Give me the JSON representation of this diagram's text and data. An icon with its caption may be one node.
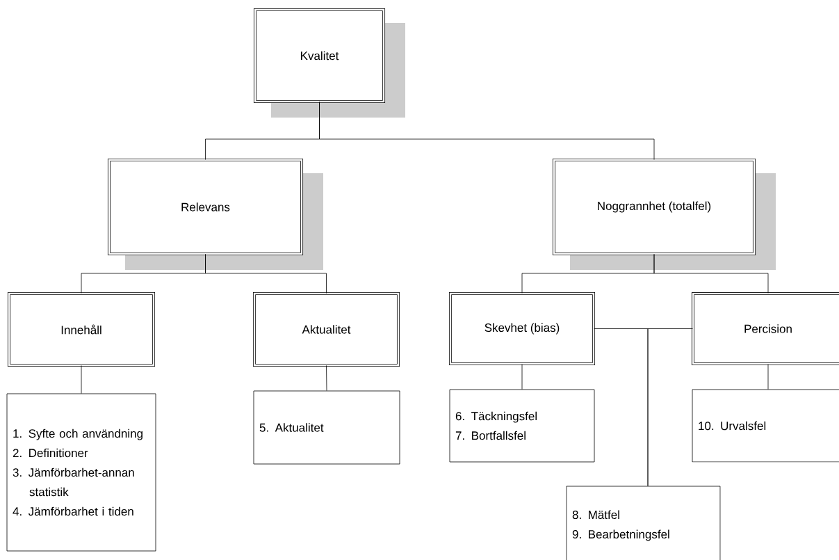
{
  "diagram": {
    "nodes": [
      {
        "text": [
          "Kvalitet"
        ]
      },
      {
        "text": [
          "Relevans"
        ]
      },
      {
        "text": [
          "Noggrannhet (totalfel)"
        ]
      },
      {
        "text": [
          "Innehåll"
        ]
      },
      {
        "text": [
          "Aktualitet"
        ]
      },
      {
        "text": [
          "Skevhet (bias)"
        ]
      },
      {
        "text": [
          "Percision"
        ]
      },
      {
        "text": [
          "1. Syfte och användning",
          "2. Definitioner",
          "3. Jämförbarhet-annan statistik",
          "4. Jämförbarhet i tiden"
        ]
      },
      {
        "text": [
          "5. Aktualitet"
        ]
      },
      {
        "text": [
          "6. Täckningsfel",
          "7. Bortfallsfel"
        ]
      },
      {
        "text": [
          "10. Urvalsfel"
        ]
      },
      {
        "text": [
          "8. Mätfel",
          "9. Bearbetningsfel"
        ]
      }
    ],
    "edges": [
      {
        "from": 0,
        "to": 1,
        "arrow": "none"
      },
      {
        "from": 0,
        "to": 2,
        "arrow": "none"
      },
      {
        "from": 1,
        "to": 3,
        "arrow": "none"
      },
      {
        "from": 1,
        "to": 4,
        "arrow": "none"
      },
      {
        "from": 2,
        "to": 5,
        "arrow": "none"
      },
      {
        "from": 2,
        "to": 6,
        "arrow": "none"
      },
      {
        "from": 3,
        "to": 7,
        "arrow": "none"
      },
      {
        "from": 4,
        "to": 8,
        "arrow": "none"
      },
      {
        "from": 5,
        "to": 9,
        "arrow": "none"
      },
      {
        "from": 6,
        "to": 10,
        "arrow": "none"
      },
      {
        "from": 5,
        "to": 11,
        "arrow": "none"
      },
      {
        "from": 6,
        "to": 11,
        "arrow": "none"
      }
    ]
  }
}
